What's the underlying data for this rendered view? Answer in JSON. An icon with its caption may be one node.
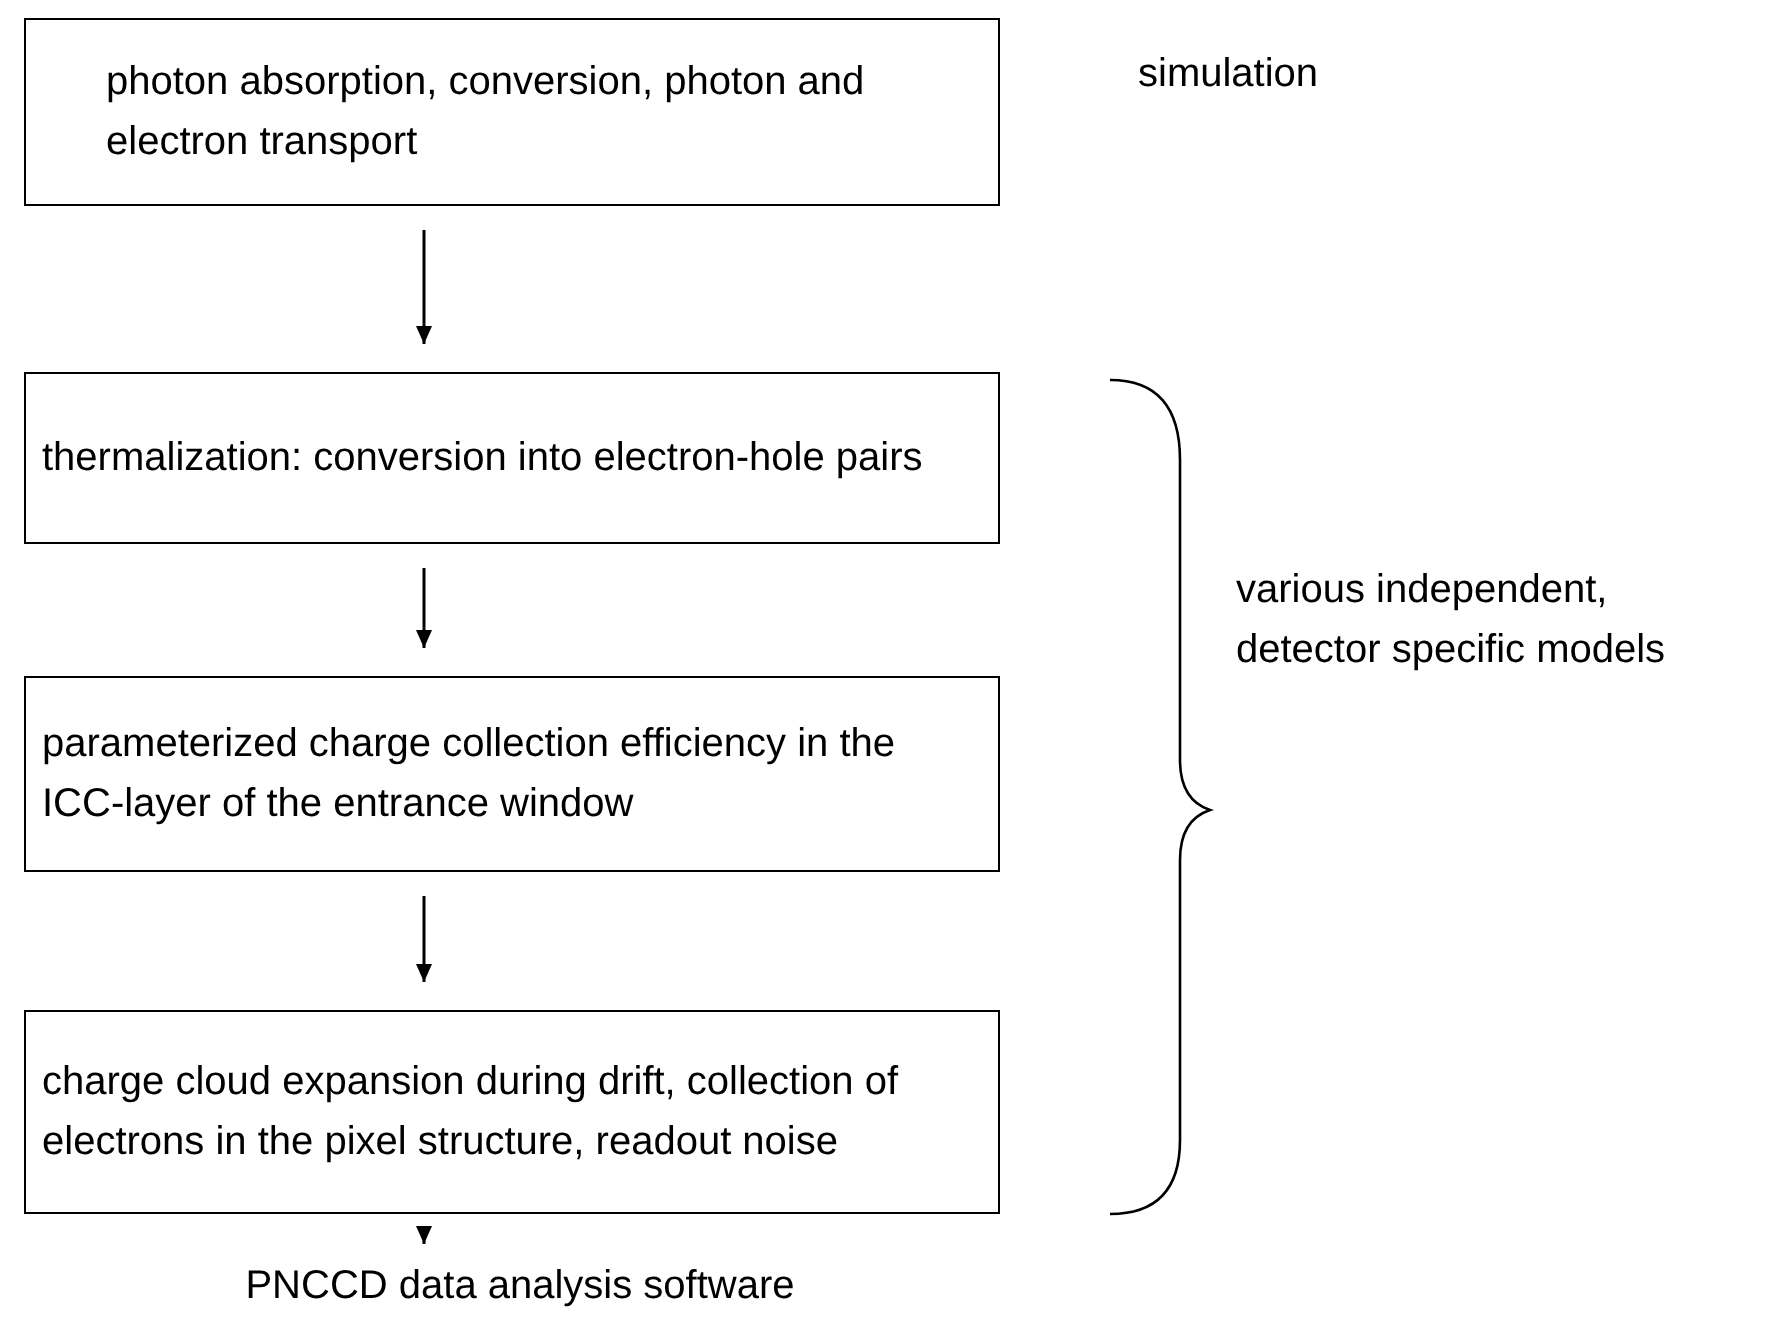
{
  "diagram": {
    "nodes": [
      {
        "text": [
          "photon absorption, conversion, photon and electron transport"
        ],
        "beside": [
          "simulation"
        ]
      },
      {
        "text": [
          "thermalization: conversion into electron-hole pairs"
        ]
      },
      {
        "text": [
          "parameterized charge collection efficiency in the ICC-layer of the entrance window"
        ]
      },
      {
        "text": [
          "charge cloud expansion during drift, collection of electrons in the pixel structure, readout noise"
        ]
      },
      {
        "text": [
          "PNCCD data analysis software"
        ]
      }
    ],
    "edges": [
      {
        "from": 0,
        "to": 1,
        "arrow": "to"
      },
      {
        "from": 1,
        "to": 2,
        "arrow": "to"
      },
      {
        "from": 2,
        "to": 3,
        "arrow": "to"
      },
      {
        "from": 3,
        "to": 4,
        "arrow": "to"
      }
    ],
    "labels": [
      "various independent, detector specific models"
    ]
  }
}
